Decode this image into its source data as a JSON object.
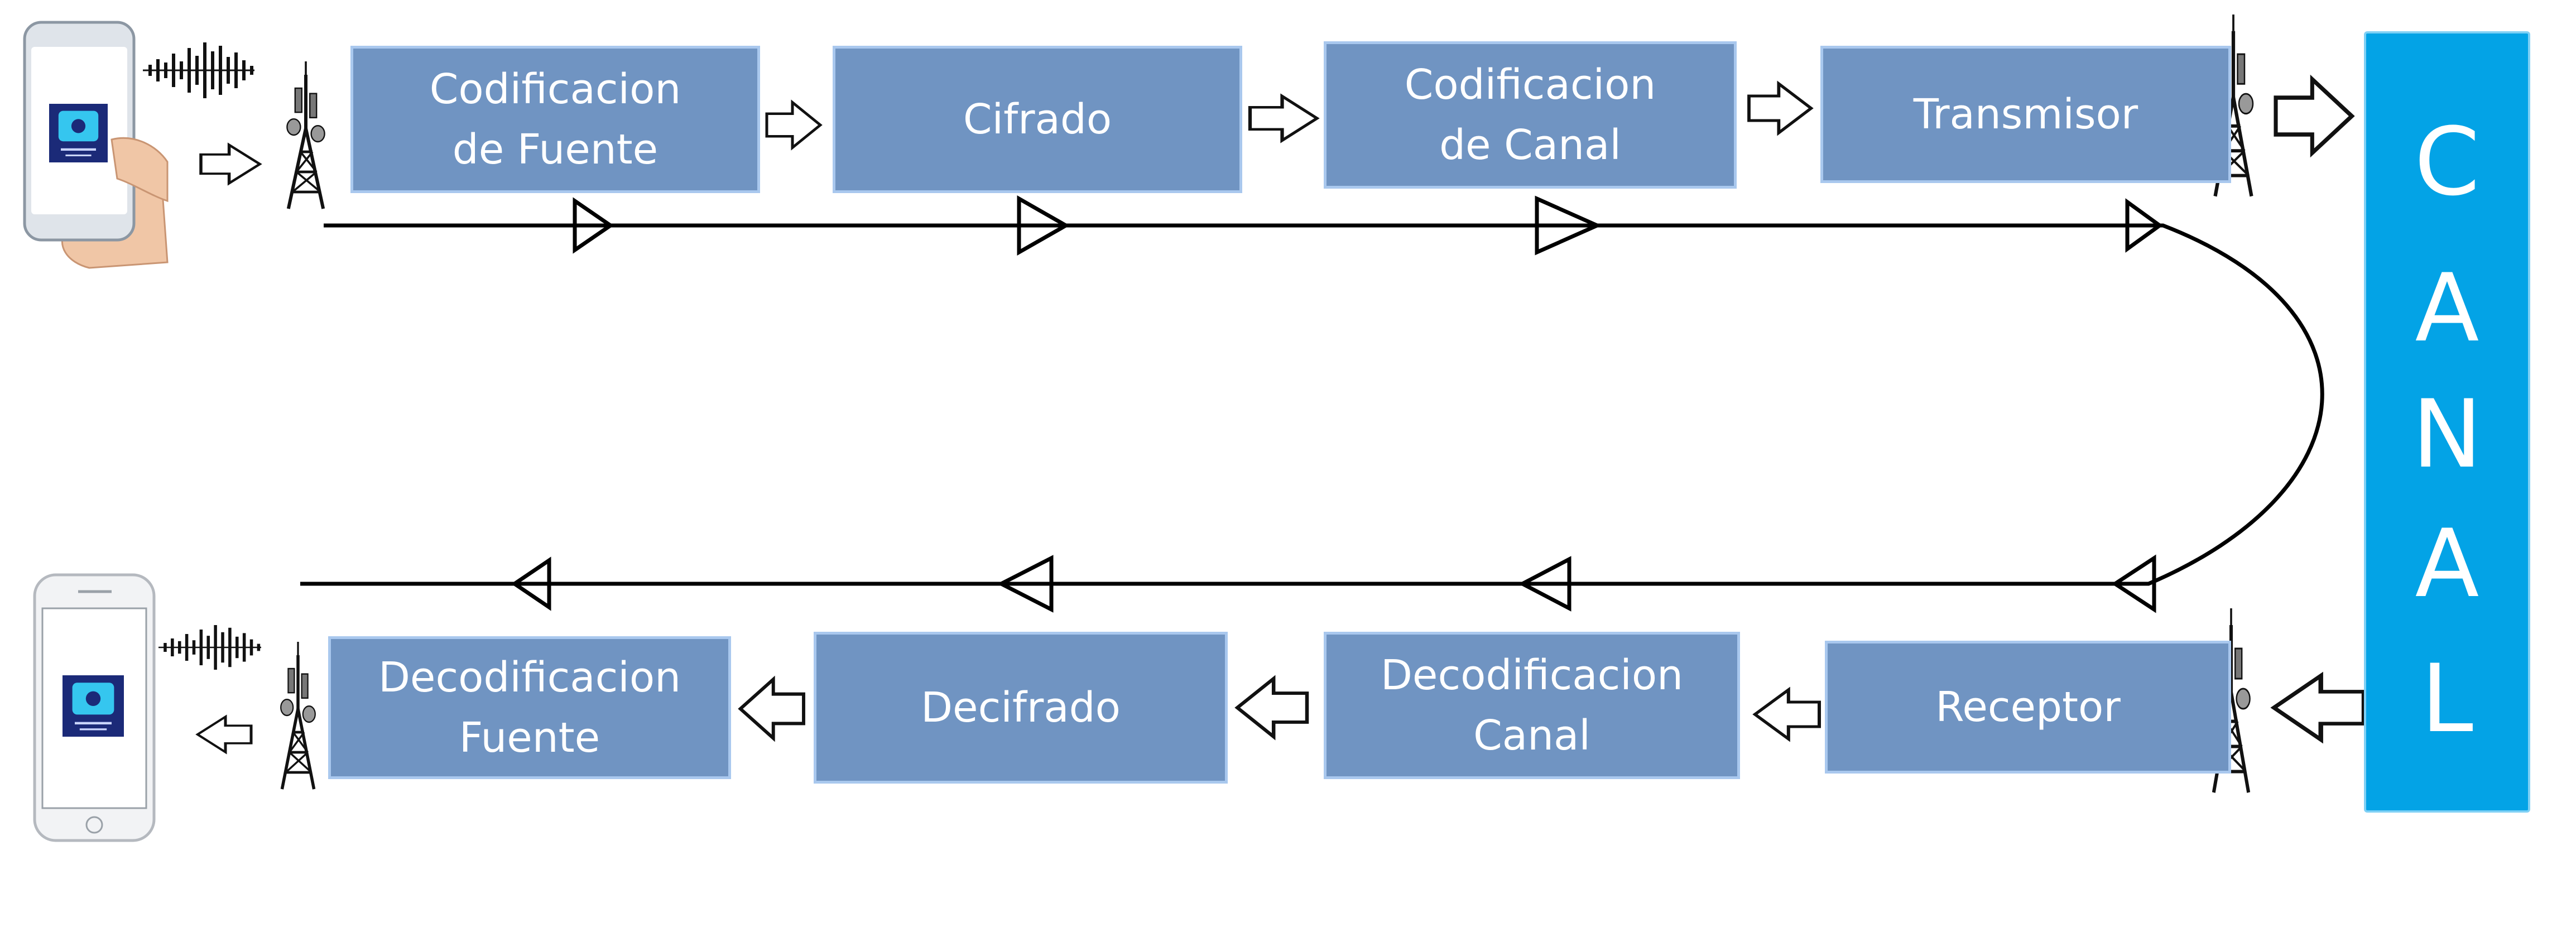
{
  "colors": {
    "block_fill": "#7094c2",
    "block_border": "#a9c8ee",
    "canal_fill": "#03a3e6",
    "line": "#000000"
  },
  "transmit_chain": [
    {
      "label": "Codificacion\nde Fuente"
    },
    {
      "label": "Cifrado"
    },
    {
      "label": "Codificacion\nde Canal"
    },
    {
      "label": "Transmisor"
    }
  ],
  "receive_chain": [
    {
      "label": "Receptor"
    },
    {
      "label": "Decodificacion\nCanal"
    },
    {
      "label": "Decifrado"
    },
    {
      "label": "Decodificacion\nFuente"
    }
  ],
  "channel": {
    "letters": [
      "C",
      "A",
      "N",
      "A",
      "L"
    ]
  },
  "icons": {
    "sender": "smartphone-in-hand-icon",
    "receiver": "smartphone-icon",
    "signal": "sound-wave-icon",
    "antenna": "antenna-tower-icon"
  }
}
